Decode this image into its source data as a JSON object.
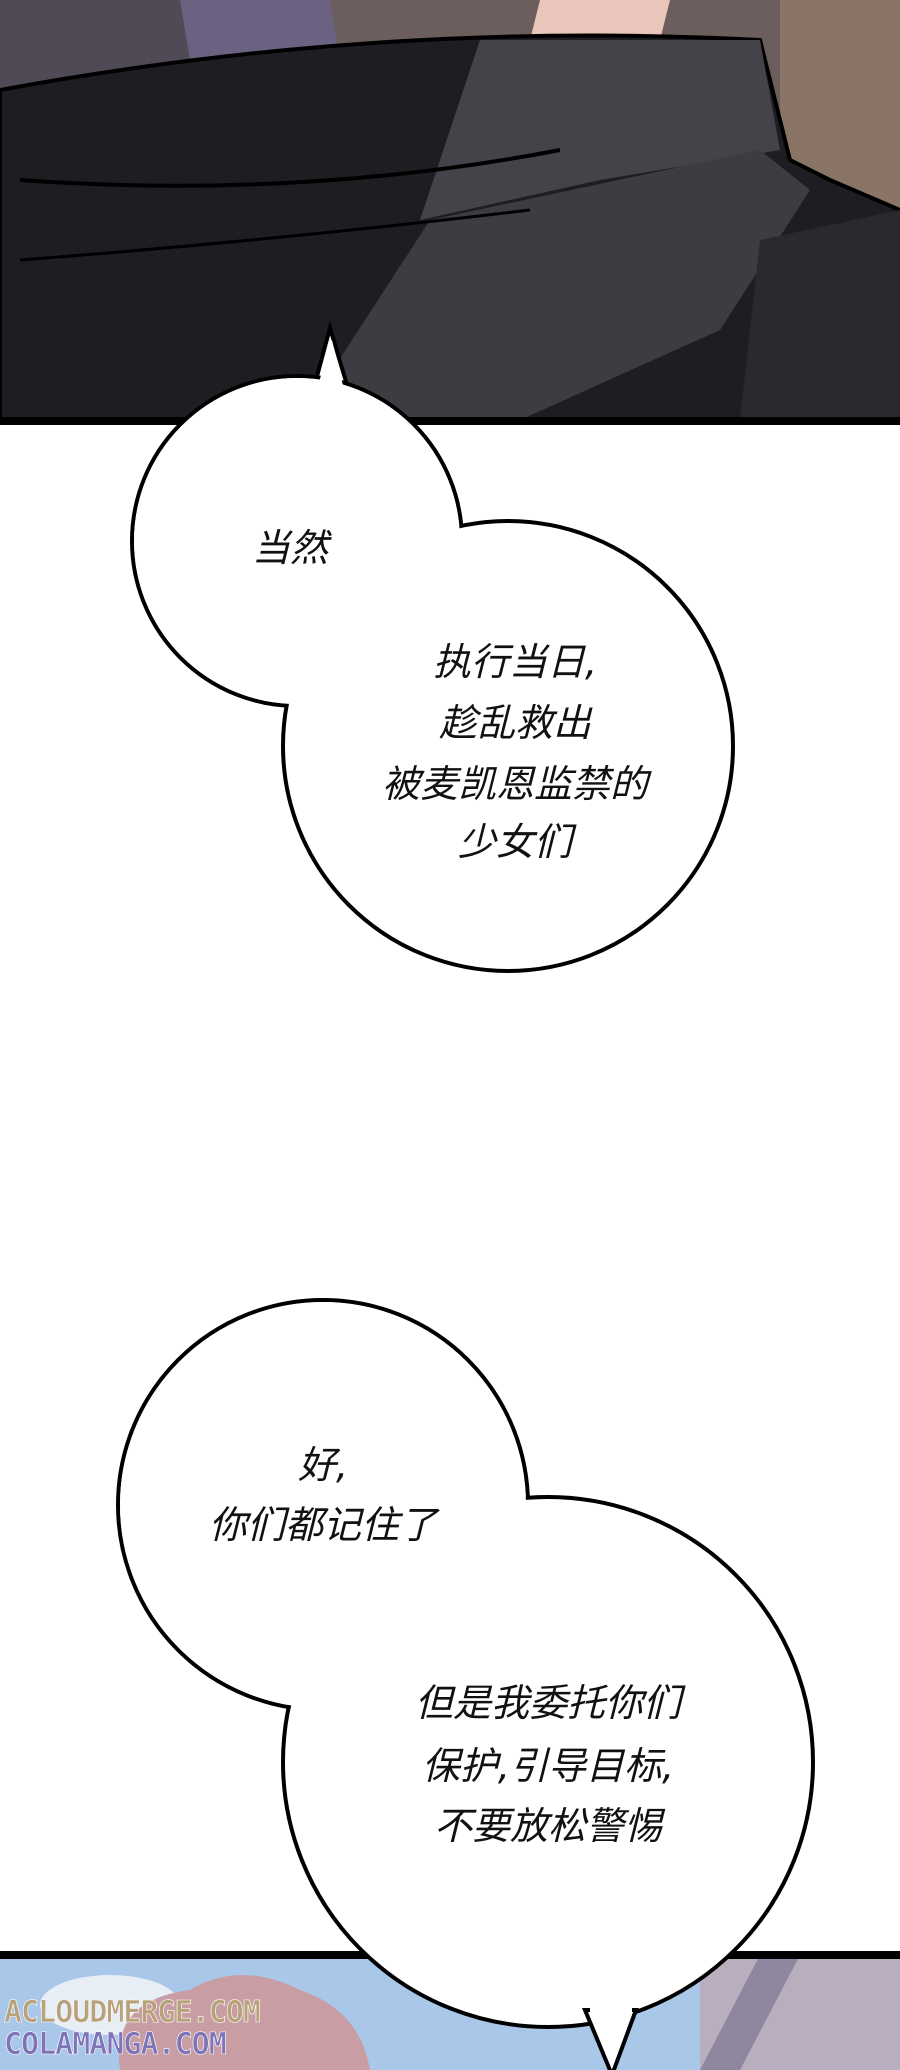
{
  "panels": {
    "top": {
      "colors": {
        "dark": "#1e1d22",
        "mid": "#45434a",
        "bg": "#6b5e5c"
      }
    },
    "bottom": {
      "colors": {
        "sky": "#a9c7e8",
        "hair": "#c89ea4",
        "wall": "#b9aebd"
      }
    }
  },
  "bubble1": {
    "line_a": "当然",
    "lines_b": [
      "执行当日,",
      "趁乱救出",
      "被麦凯恩监禁的",
      "少女们"
    ]
  },
  "bubble2": {
    "lines_a": [
      "好,",
      "你们都记住了"
    ],
    "lines_b": [
      "但是我委托你们",
      "保护,引导目标,",
      "不要放松警惕"
    ]
  },
  "watermark": {
    "line1": "ACLOUDMERGE.COM",
    "line2": "COLAMANGA.COM",
    "color1": "#b8a27c",
    "color2": "#7f74b8"
  }
}
